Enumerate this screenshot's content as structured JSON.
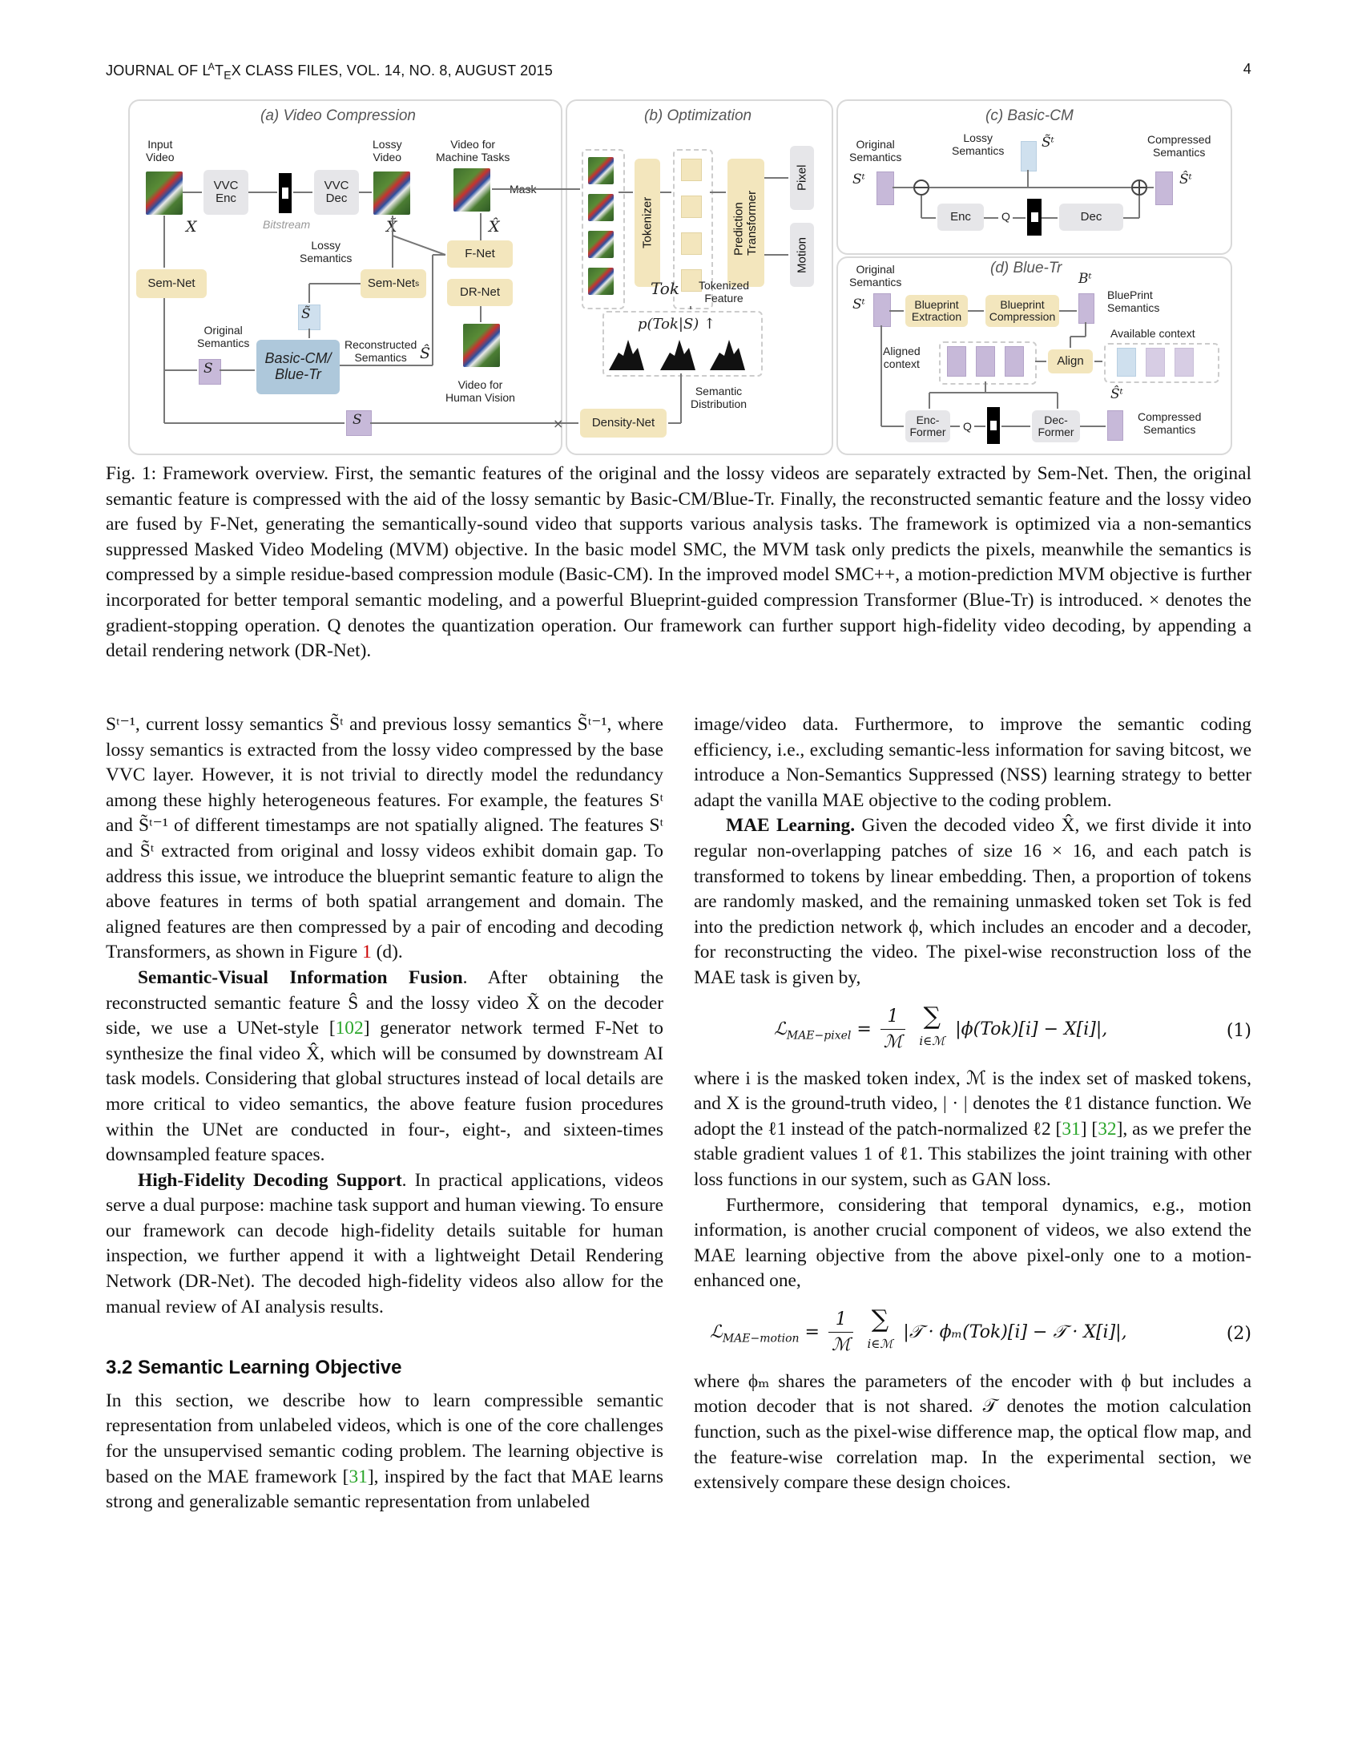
{
  "header": {
    "journal": "JOURNAL OF L",
    "journal_a": "A",
    "journal_t": "T",
    "journal_e": "E",
    "journal_x": "X CLASS FILES, VOL. 14, NO. 8, AUGUST 2015",
    "page": "4"
  },
  "figure": {
    "panels": {
      "a": "(a) Video Compression",
      "b": "(b) Optimization",
      "c": "(c) Basic-CM",
      "d": "(d) Blue-Tr"
    },
    "a": {
      "input_video": "Input\nVideo",
      "vvc_enc": "VVC\nEnc",
      "vvc_dec": "VVC\nDec",
      "bitstream": "Bitstream",
      "lossy_video": "Lossy\nVideo",
      "video_machine": "Video for\nMachine Tasks",
      "mask": "Mask",
      "x": "X",
      "x_tilde": "X̃",
      "x_hat": "X̂",
      "sem_net": "Sem-Net",
      "sem_net_s": "Sem-Net",
      "sem_net_sub": "s",
      "lossy_semantics": "Lossy\nSemantics",
      "s_tilde": "S̃",
      "f_net": "F-Net",
      "dr_net": "DR-Net",
      "original_semantics": "Original\nSemantics",
      "s": "S",
      "basic_blue": "Basic-CM/\nBlue-Tr",
      "reconstructed": "Reconstructed\nSemantics",
      "s_hat": "Ŝ",
      "video_human": "Video for\nHuman Vision",
      "s_bottom": "S",
      "density_net": "Density-Net"
    },
    "b": {
      "tokenizer": "Tokenizer",
      "prediction": "Prediction\nTransformer",
      "pixel": "Pixel",
      "motion": "Motion",
      "tok": "Tok",
      "tokenized_feature": "Tokenized\nFeature",
      "prob": "p(Tok|S) ↑",
      "semantic_distribution": "Semantic\nDistribution"
    },
    "c": {
      "original_semantics": "Original\nSemantics",
      "st": "Sᵗ",
      "lossy_semantics": "Lossy\nSemantics",
      "st_tilde": "S̃ᵗ",
      "compressed": "Compressed\nSemantics",
      "st_hat": "Ŝᵗ",
      "enc": "Enc",
      "q": "Q",
      "dec": "Dec"
    },
    "d": {
      "original_semantics": "Original\nSemantics",
      "st": "Sᵗ",
      "bp_extraction": "Blueprint\nExtraction",
      "bp_compression": "Blueprint\nCompression",
      "bt": "Bᵗ",
      "bp_semantics": "BluePrint\nSemantics",
      "available_context": "Available context",
      "aligned_context": "Aligned\ncontext",
      "align": "Align",
      "st_hat": "Ŝᵗ",
      "enc_former": "Enc-\nFormer",
      "q": "Q",
      "dec_former": "Dec-\nFormer",
      "compressed": "Compressed\nSemantics"
    }
  },
  "caption": "Fig. 1: Framework overview. First, the semantic features of the original and the lossy videos are separately extracted by Sem-Net. Then, the original semantic feature is compressed with the aid of the lossy semantic by Basic-CM/Blue-Tr. Finally, the reconstructed semantic feature and the lossy video are fused by F-Net, generating the semantically-sound video that supports various analysis tasks. The framework is optimized via a non-semantics suppressed Masked Video Modeling (MVM) objective. In the basic model SMC, the MVM task only predicts the pixels, meanwhile the semantics is compressed by a simple residue-based compression module (Basic-CM). In the improved model SMC++, a motion-prediction MVM objective is further incorporated for better temporal semantic modeling, and a powerful Blueprint-guided compression Transformer (Blue-Tr) is introduced. × denotes the gradient-stopping operation. Q denotes the quantization operation. Our framework can further support high-fidelity video decoding, by appending a detail rendering network (DR-Net).",
  "left": {
    "p1_a": "Sᵗ⁻¹, current lossy semantics S̃ᵗ and previous lossy semantics S̃ᵗ⁻¹, where lossy semantics is extracted from the lossy video compressed by the base VVC layer. However, it is not trivial to directly model the redundancy among these highly heterogeneous features. For example, the features Sᵗ and S̃ᵗ⁻¹ of different timestamps are not spatially aligned. The features Sᵗ and S̃ᵗ extracted from original and lossy videos exhibit domain gap. To address this issue, we introduce the blueprint semantic feature to align the above features in terms of both spatial arrangement and domain. The aligned features are then compressed by a pair of encoding and decoding Transformers, as shown in Figure ",
    "p1_ref": "1",
    "p1_b": " (d).",
    "p2_head": "Semantic-Visual Information Fusion",
    "p2_a": ". After obtaining the reconstructed semantic feature Ŝ and the lossy video X̃ on the decoder side, we use a UNet-style [",
    "p2_ref": "102",
    "p2_b": "] generator network termed F-Net to synthesize the final video X̂, which will be consumed by downstream AI task models. Considering that global structures instead of local details are more critical to video semantics, the above feature fusion procedures within the UNet are conducted in four-, eight-, and sixteen-times downsampled feature spaces.",
    "p3_head": "High-Fidelity Decoding Support",
    "p3_a": ". In practical applications, videos serve a dual purpose: machine task support and human viewing. To ensure our framework can decode high-fidelity details suitable for human inspection, we further append it with a lightweight Detail Rendering Network (DR-Net). The decoded high-fidelity videos also allow for the manual review of AI analysis results.",
    "section": "3.2   Semantic Learning Objective",
    "p4_a": "In this section, we describe how to learn compressible semantic representation from unlabeled videos, which is one of the core challenges for the unsupervised semantic coding problem. The learning objective is based on the MAE framework [",
    "p4_ref": "31",
    "p4_b": "], inspired by the fact that MAE learns strong and generalizable semantic representation from unlabeled"
  },
  "right": {
    "p1": "image/video data. Furthermore, to improve the semantic coding efficiency, i.e., excluding semantic-less information for saving bitcost, we introduce a Non-Semantics Suppressed (NSS) learning strategy to better adapt the vanilla MAE objective to the coding problem.",
    "p2_head": "MAE Learning.",
    "p2_a": " Given the decoded video X̂, we first divide it into regular non-overlapping patches of size 16 × 16, and each patch is transformed to tokens by linear embedding. Then, a proportion of tokens are randomly masked, and the remaining unmasked token set Tok is fed into the prediction network ϕ, which includes an encoder and a decoder, for reconstructing the video. The pixel-wise reconstruction loss of the MAE task is given by,",
    "eq1_lhs": "ℒ",
    "eq1_lhs_sub": "MAE−pixel",
    "eq1_eq": " = ",
    "eq1_num": "1",
    "eq1_den": "ℳ",
    "eq1_sum_sub": "i∈ℳ",
    "eq1_body": "|ϕ(Tok)[i] − X[i]|,",
    "eq1_no": "(1)",
    "p3_a": "where i is the masked token index, ℳ is the index set of masked tokens, and X is the ground-truth video, | · | denotes the ℓ1 distance function. We adopt the ℓ1 instead of the patch-normalized ℓ2 [",
    "p3_ref1": "31",
    "p3_mid": "] [",
    "p3_ref2": "32",
    "p3_b": "], as we prefer the stable gradient values 1 of ℓ1. This stabilizes the joint training with other loss functions in our system, such as GAN loss.",
    "p4": "Furthermore, considering that temporal dynamics, e.g., motion information, is another crucial component of videos, we also extend the MAE learning objective from the above pixel-only one to a motion-enhanced one,",
    "eq2_lhs": "ℒ",
    "eq2_lhs_sub": "MAE−motion",
    "eq2_eq": " = ",
    "eq2_num": "1",
    "eq2_den": "ℳ",
    "eq2_sum_sub": "i∈ℳ",
    "eq2_body": "|𝒯 · ϕₘ(Tok)[i] − 𝒯 · X[i]|,",
    "eq2_no": "(2)",
    "p5": "where ϕₘ shares the parameters of the encoder with ϕ but includes a motion decoder that is not shared. 𝒯 denotes the motion calculation function, such as the pixel-wise difference map, the optical flow map, and the feature-wise correlation map. In the experimental section, we extensively compare these design choices."
  }
}
